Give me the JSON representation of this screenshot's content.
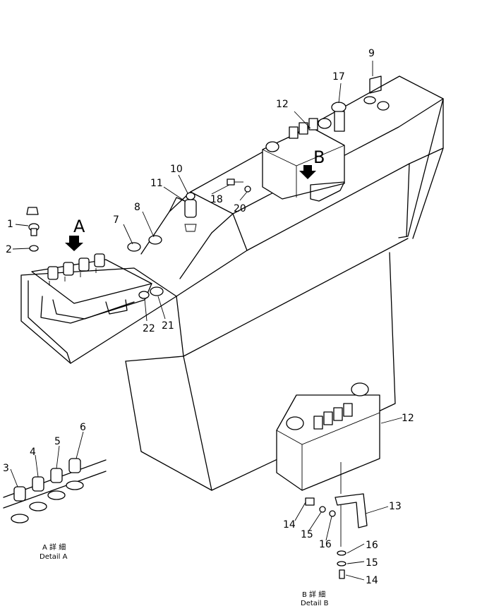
{
  "callouts": {
    "n1": "1",
    "n2": "2",
    "n3": "3",
    "n4": "4",
    "n5": "5",
    "n6": "6",
    "n7": "7",
    "n8": "8",
    "n9": "9",
    "n10": "10",
    "n11": "11",
    "n12": "12",
    "n12b": "12",
    "n13": "13",
    "n14a": "14",
    "n14b": "14",
    "n15a": "15",
    "n15b": "15",
    "n16a": "16",
    "n16b": "16",
    "n17": "17",
    "n18": "18",
    "n20": "20",
    "n21": "21",
    "n22": "22"
  },
  "view_markers": {
    "a": "A",
    "b": "B"
  },
  "detail_a": {
    "jp": "A 詳 細",
    "en": "Detail A"
  },
  "detail_b": {
    "jp": "B 詳 細",
    "en": "Detail B"
  }
}
